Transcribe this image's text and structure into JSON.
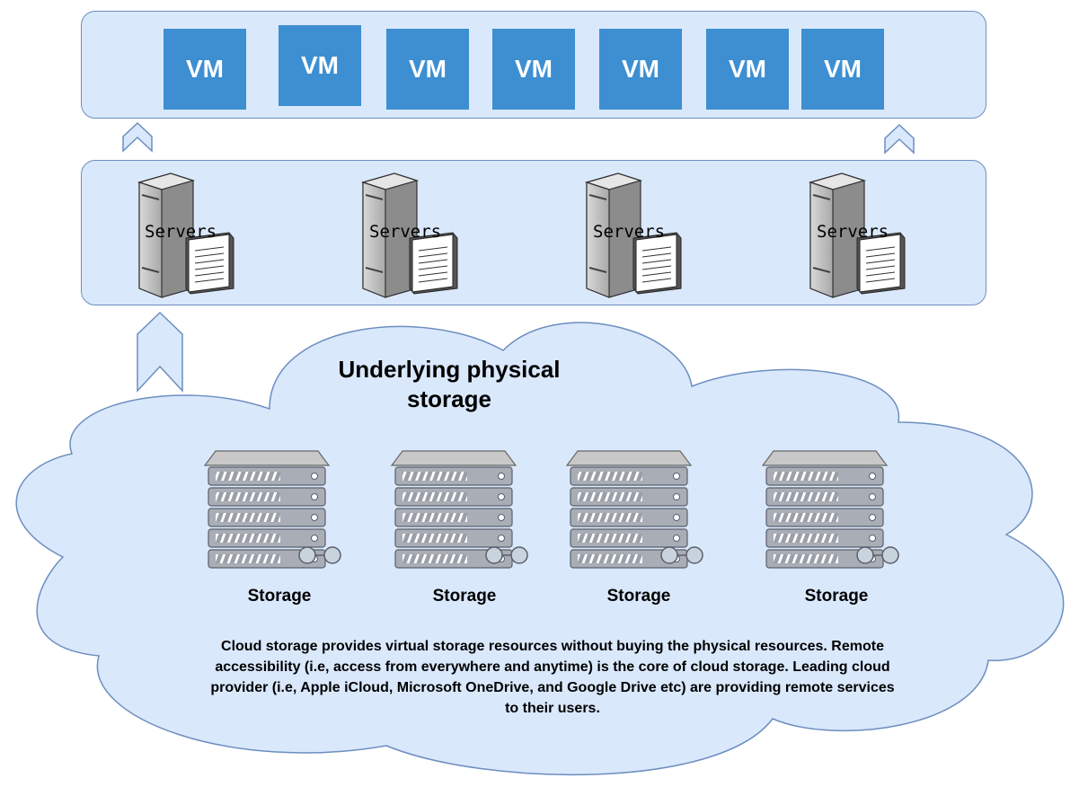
{
  "vm_layer": {
    "vms": [
      {
        "label": "VM"
      },
      {
        "label": "VM"
      },
      {
        "label": "VM"
      },
      {
        "label": "VM"
      },
      {
        "label": "VM"
      },
      {
        "label": "VM"
      },
      {
        "label": "VM"
      }
    ]
  },
  "server_layer": {
    "servers": [
      {
        "label": "Servers"
      },
      {
        "label": "Servers"
      },
      {
        "label": "Servers"
      },
      {
        "label": "Servers"
      }
    ]
  },
  "storage_layer": {
    "title": "Underlying physical storage",
    "units": [
      {
        "label": "Storage"
      },
      {
        "label": "Storage"
      },
      {
        "label": "Storage"
      },
      {
        "label": "Storage"
      }
    ],
    "description": "Cloud storage provides virtual storage resources without buying the physical resources.  Remote accessibility (i.e, access from everywhere and anytime) is the core of cloud storage.  Leading cloud provider (i.e, Apple iCloud, Microsoft OneDrive, and Google Drive etc) are providing remote services to their users."
  },
  "colors": {
    "panel_fill": "#dae8fc",
    "panel_stroke": "#6c8ebf",
    "vm_fill": "#3d8fd1",
    "arrow_stroke": "#6c8ebf"
  },
  "icons": [
    "server-icon",
    "storage-rack-icon",
    "up-arrow-icon"
  ]
}
